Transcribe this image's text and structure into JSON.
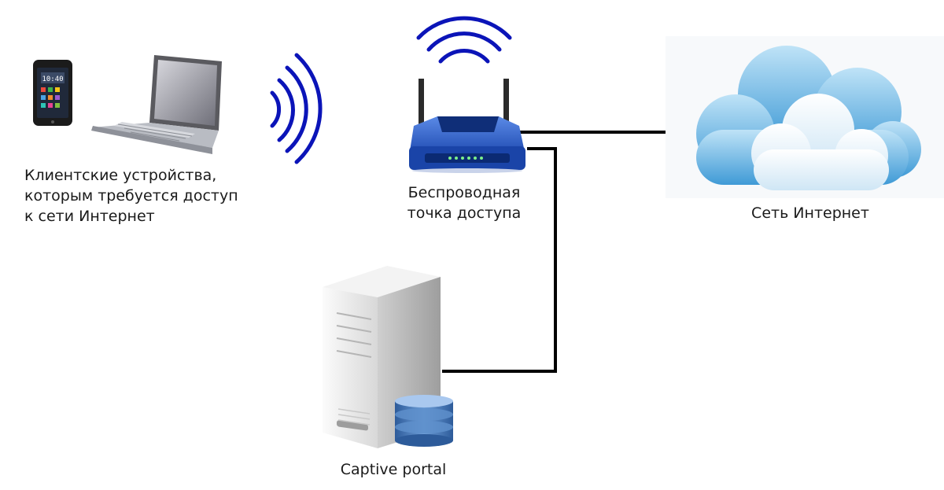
{
  "diagram": {
    "nodes": {
      "clients": {
        "label_lines": [
          "Клиентские устройства,",
          "которым требуется доступ",
          "к сети Интернет"
        ],
        "phone_clock": "10:40"
      },
      "access_point": {
        "label_lines": [
          "Беспроводная",
          "точка доступа"
        ]
      },
      "internet": {
        "label_lines": [
          "Сеть Интернет"
        ]
      },
      "captive_portal": {
        "label_lines": [
          "Captive portal"
        ]
      }
    },
    "edges": [
      {
        "from": "clients",
        "to": "access_point",
        "style": "wireless"
      },
      {
        "from": "access_point",
        "to": "internet",
        "style": "wired"
      },
      {
        "from": "access_point",
        "to": "captive_portal",
        "style": "wired"
      }
    ],
    "colors": {
      "wireless": "#0b14b8",
      "wire": "#000000",
      "router_body": "#2a5fc8",
      "cloud": "#7fc3ea",
      "server": "#e6e6e6"
    }
  }
}
